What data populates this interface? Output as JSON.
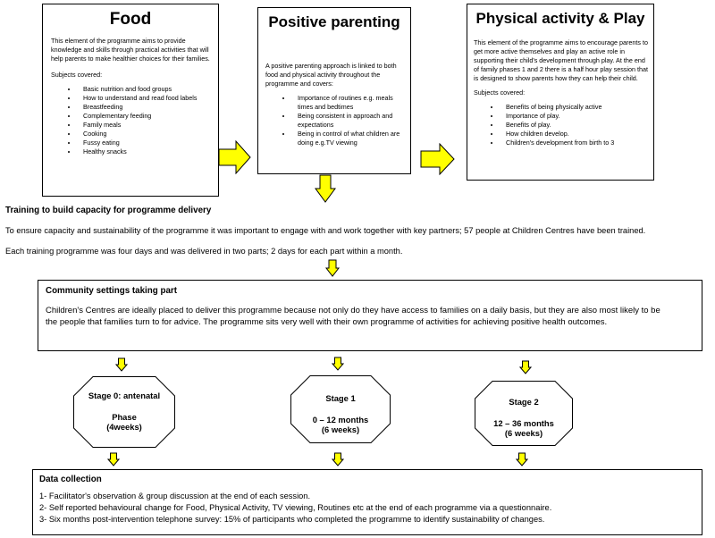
{
  "food": {
    "title": "Food",
    "intro": "This element of the programme aims to provide knowledge and skills through practical activities that will help parents to make healthier choices for their families.",
    "subjects_label": "Subjects covered:",
    "items": [
      "Basic nutrition and food groups",
      "How to understand and read food labels",
      "Breastfeeding",
      "Complementary feeding",
      "Family meals",
      "Cooking",
      "Fussy eating",
      "Healthy snacks"
    ]
  },
  "parenting": {
    "title": "Positive parenting",
    "intro": "A positive parenting approach is linked to both food and physical activity throughout the programme and covers:",
    "items": [
      "Importance of routines e.g. meals times and bedtimes",
      "Being consistent in approach and expectations",
      "Being in control of what children are doing e.g.TV viewing"
    ]
  },
  "activity": {
    "title": "Physical activity & Play",
    "intro": "This element of the programme aims to encourage parents to get more active themselves and play an active role in supporting their child's development through play. At the end of family phases 1 and 2 there is a half hour play session that is designed to show parents how they can help their child.",
    "subjects_label": "Subjects covered:",
    "items": [
      "Benefits of being physically active",
      "Importance of play.",
      "Benefits of play.",
      "How children develop.",
      "Children's development from birth to 3"
    ]
  },
  "training": {
    "heading": "Training to build capacity for programme delivery",
    "line1": "To ensure capacity and sustainability of the programme it was important to engage with and work together with key partners; 57 people at Children Centres have been trained.",
    "line2": "Each training programme was four days and was delivered in two parts; 2 days for each part within a month."
  },
  "community": {
    "heading": "Community settings taking part",
    "text": "Children's Centres are ideally placed to deliver this programme because not only do they have access to families on a daily basis, but they are also most likely to be the people that families turn to for advice. The programme sits very well with their own programme of activities for achieving positive health outcomes."
  },
  "stages": [
    {
      "line1": "Stage 0: antenatal",
      "line2": "Phase",
      "line3": "(4weeks)"
    },
    {
      "line1": "Stage 1",
      "line2": "0 – 12 months",
      "line3": "(6 weeks)"
    },
    {
      "line1": "Stage 2",
      "line2": "12 – 36 months",
      "line3": "(6 weeks)"
    }
  ],
  "data_collection": {
    "heading": "Data collection",
    "items": [
      "1- Facilitator's observation & group discussion at the end of each session.",
      "2- Self reported behavioural change for Food, Physical Activity, TV viewing, Routines etc at the end of each programme via a questionnaire.",
      "3- Six months post-intervention telephone survey:  15% of participants who completed the programme to identify sustainability of changes."
    ]
  },
  "colors": {
    "arrow_fill": "#ffff00",
    "border": "#000000"
  }
}
